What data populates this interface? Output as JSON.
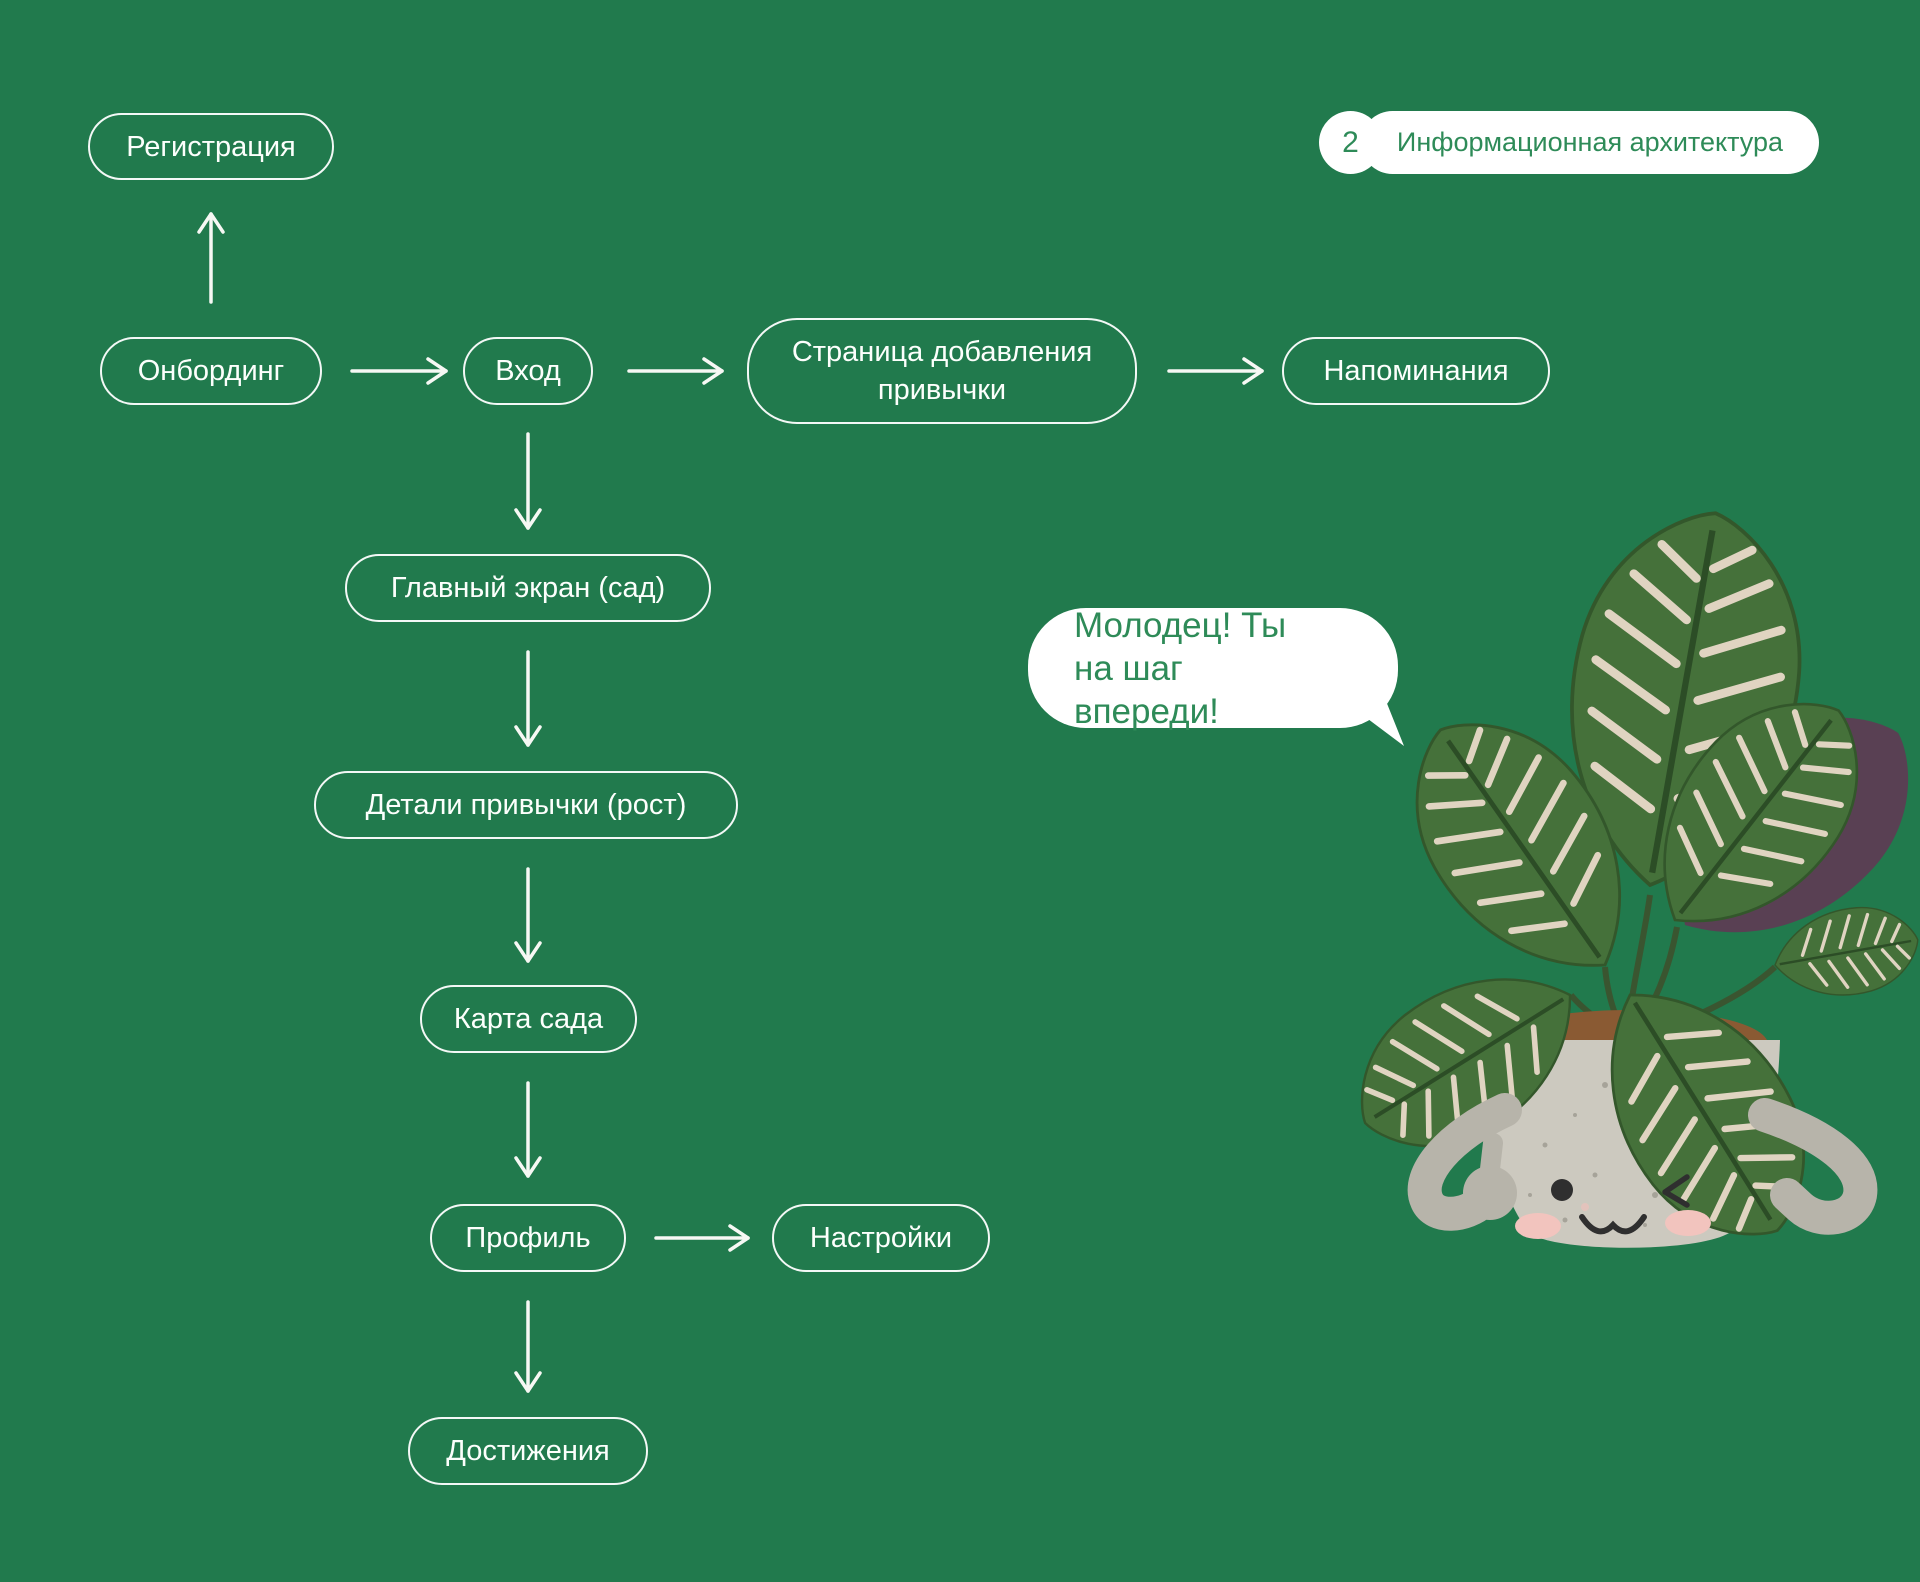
{
  "page": {
    "background_color": "#217a4d",
    "accent_green": "#2e8b58",
    "line_color": "#f6f8f4"
  },
  "header": {
    "step_number": "2",
    "title": "Информационная архитектура"
  },
  "flowchart": {
    "nodes": [
      {
        "id": "registration",
        "label": "Регистрация"
      },
      {
        "id": "onboarding",
        "label": "Онбординг"
      },
      {
        "id": "login",
        "label": "Вход"
      },
      {
        "id": "add_habit_page",
        "label": "Страница добавления привычки"
      },
      {
        "id": "reminders",
        "label": "Напоминания"
      },
      {
        "id": "main_screen",
        "label": "Главный экран (сад)"
      },
      {
        "id": "habit_details",
        "label": "Детали привычки (рост)"
      },
      {
        "id": "garden_map",
        "label": "Карта сада"
      },
      {
        "id": "profile",
        "label": "Профиль"
      },
      {
        "id": "settings",
        "label": "Настройки"
      },
      {
        "id": "achievements",
        "label": "Достижения"
      }
    ],
    "edges": [
      {
        "from": "onboarding",
        "to": "registration"
      },
      {
        "from": "onboarding",
        "to": "login"
      },
      {
        "from": "login",
        "to": "add_habit_page"
      },
      {
        "from": "add_habit_page",
        "to": "reminders"
      },
      {
        "from": "login",
        "to": "main_screen"
      },
      {
        "from": "main_screen",
        "to": "habit_details"
      },
      {
        "from": "habit_details",
        "to": "garden_map"
      },
      {
        "from": "garden_map",
        "to": "profile"
      },
      {
        "from": "profile",
        "to": "settings"
      },
      {
        "from": "profile",
        "to": "achievements"
      }
    ]
  },
  "speech_bubble": {
    "text": "Молодец! Ты на шаг впереди!"
  },
  "illustration": {
    "name": "potted-plant-character",
    "description": "smiling winking plant pot giving thumbs up"
  }
}
